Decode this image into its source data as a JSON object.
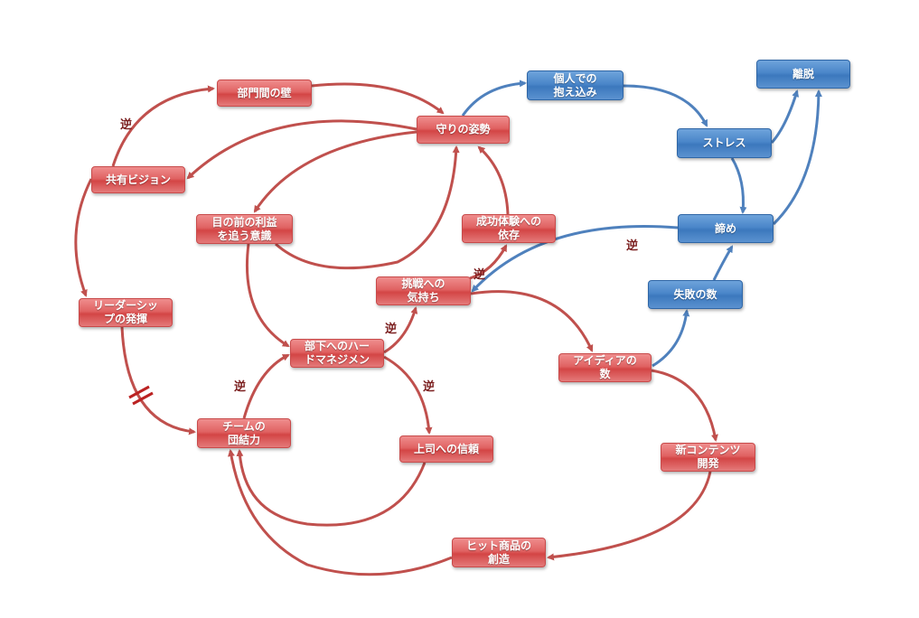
{
  "colors": {
    "red_node": "#e06262",
    "blue_node": "#4a86c9",
    "red_edge": "#c0504d",
    "blue_edge": "#4f81bd"
  },
  "nodes": {
    "bumonkan": "部門間の壁",
    "mamori": "守りの姿勢",
    "kojin": "個人での\n抱え込み",
    "ridatsu": "離脱",
    "stress": "ストレス",
    "kyoyu": "共有ビジョン",
    "rieki": "目の前の利益\nを追う意識",
    "seiko": "成功体験への\n依存",
    "akirame": "諦め",
    "chosen": "挑戦への\n気持ち",
    "shippai": "失敗の数",
    "leader": "リーダーシッ\nプの発揮",
    "hard": "部下へのハー\nドマネジメン",
    "idea": "アイディアの\n数",
    "joshi": "上司への信頼",
    "team": "チームの\n団結力",
    "shin": "新コンテンツ\n開発",
    "hit": "ヒット商品の\n創造"
  },
  "reverse_label": "逆"
}
